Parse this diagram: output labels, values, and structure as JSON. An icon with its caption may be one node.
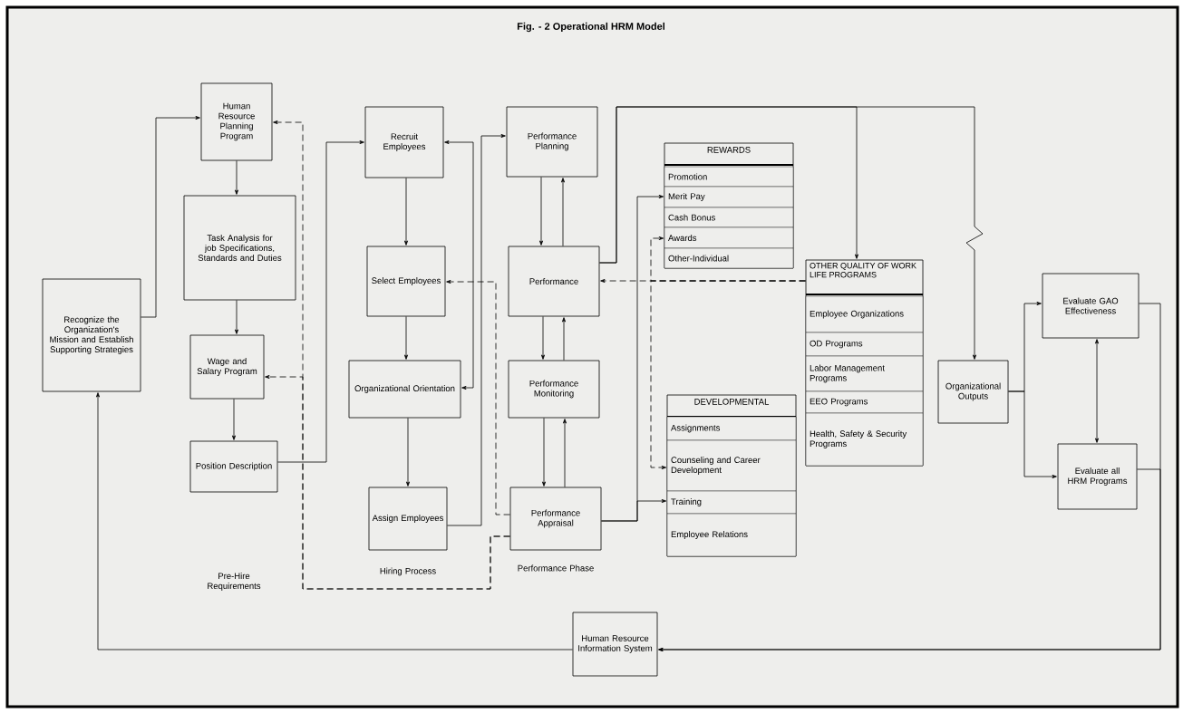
{
  "diagram": {
    "title": "Fig. - 2 Operational HRM Model",
    "nodes": [
      {
        "text": [
          "Recognize the Organization's Mission and Establish Supporting Strategies"
        ]
      },
      {
        "text": [
          "Human Resource Planning Program"
        ]
      },
      {
        "text": [
          "Task Analysis for job Specifications, Standards and Duties"
        ]
      },
      {
        "text": [
          "Wage and Salary Program"
        ]
      },
      {
        "text": [
          "Position Description"
        ]
      },
      {
        "text": [
          "Recruit Employees"
        ]
      },
      {
        "text": [
          "Select Employees"
        ]
      },
      {
        "text": [
          "Organizational Orientation"
        ]
      },
      {
        "text": [
          "Assign Employees"
        ]
      },
      {
        "text": [
          "Performance Planning"
        ]
      },
      {
        "text": [
          "Performance"
        ]
      },
      {
        "text": [
          "Performance Monitoring"
        ]
      },
      {
        "text": [
          "Performance Appraisal"
        ]
      },
      {
        "text": [
          "REWARDS"
        ]
      },
      {
        "text": [
          "Promotion"
        ],
        "in": 13
      },
      {
        "text": [
          "Merit Pay"
        ],
        "in": 13
      },
      {
        "text": [
          "Cash Bonus"
        ],
        "in": 13
      },
      {
        "text": [
          "Awards"
        ],
        "in": 13
      },
      {
        "text": [
          "Other-Individual"
        ],
        "in": 13
      },
      {
        "text": [
          "OTHER QUALITY OF WORK LIFE PROGRAMS"
        ]
      },
      {
        "text": [
          "Employee Organizations"
        ],
        "in": 19
      },
      {
        "text": [
          "OD Programs"
        ],
        "in": 19
      },
      {
        "text": [
          "Labor Management Programs"
        ],
        "in": 19
      },
      {
        "text": [
          "EEO Programs"
        ],
        "in": 19
      },
      {
        "text": [
          "Health, Safety & Security Programs"
        ],
        "in": 19
      },
      {
        "text": [
          "DEVELOPMENTAL"
        ]
      },
      {
        "text": [
          "Assignments"
        ],
        "in": 25
      },
      {
        "text": [
          "Counseling and Career Development"
        ],
        "in": 25
      },
      {
        "text": [
          "Training"
        ],
        "in": 25
      },
      {
        "text": [
          "Employee Relations"
        ],
        "in": 25
      },
      {
        "text": [
          "Organizational Outputs"
        ]
      },
      {
        "text": [
          "Evaluate GAO Effectiveness"
        ]
      },
      {
        "text": [
          "Evaluate all HRM Programs"
        ]
      },
      {
        "text": [
          "Human Resource Information System"
        ]
      }
    ],
    "edges": [
      {
        "from": 0,
        "to": 1,
        "arrow": "to"
      },
      {
        "from": 1,
        "to": 2,
        "arrow": "to"
      },
      {
        "from": 2,
        "to": 3,
        "arrow": "to"
      },
      {
        "from": 3,
        "to": 4,
        "arrow": "to"
      },
      {
        "from": 4,
        "to": 5,
        "arrow": "to"
      },
      {
        "from": 5,
        "to": 6,
        "arrow": "to"
      },
      {
        "from": 6,
        "to": 7,
        "arrow": "to"
      },
      {
        "from": 7,
        "to": 8,
        "arrow": "to"
      },
      {
        "from": 7,
        "to": 5,
        "arrow": "both"
      },
      {
        "from": 8,
        "to": 9,
        "arrow": "to"
      },
      {
        "from": 9,
        "to": 10,
        "arrow": "to"
      },
      {
        "from": 10,
        "to": 9,
        "arrow": "to"
      },
      {
        "from": 10,
        "to": 11,
        "arrow": "to"
      },
      {
        "from": 11,
        "to": 10,
        "arrow": "to"
      },
      {
        "from": 11,
        "to": 12,
        "arrow": "to"
      },
      {
        "from": 12,
        "to": 11,
        "arrow": "to"
      },
      {
        "from": 12,
        "to": 6,
        "arrow": "to",
        "style": "dashed"
      },
      {
        "from": 12,
        "to": 1,
        "arrow": "to",
        "style": "dashed"
      },
      {
        "from": 12,
        "to": 3,
        "arrow": "to",
        "style": "dashed"
      },
      {
        "from": 10,
        "to": 19,
        "arrow": "to"
      },
      {
        "from": 10,
        "to": 30,
        "arrow": "to"
      },
      {
        "from": 12,
        "to": 15,
        "arrow": "to"
      },
      {
        "from": 12,
        "to": 28,
        "arrow": "to"
      },
      {
        "from": 19,
        "to": 10,
        "arrow": "to",
        "style": "dashed"
      },
      {
        "from": 19,
        "to": 17,
        "arrow": "to",
        "style": "dashed"
      },
      {
        "from": 19,
        "to": 27,
        "arrow": "to",
        "style": "dashed"
      },
      {
        "from": 30,
        "to": 31,
        "arrow": "to"
      },
      {
        "from": 30,
        "to": 32,
        "arrow": "to"
      },
      {
        "from": 31,
        "to": 32,
        "arrow": "both"
      },
      {
        "from": 31,
        "to": 33,
        "arrow": "to"
      },
      {
        "from": 32,
        "to": 33,
        "arrow": "to"
      },
      {
        "from": 33,
        "to": 0,
        "arrow": "to"
      }
    ],
    "labels": [
      "Pre-Hire Requirements",
      "Hiring Process",
      "Performance Phase"
    ]
  }
}
